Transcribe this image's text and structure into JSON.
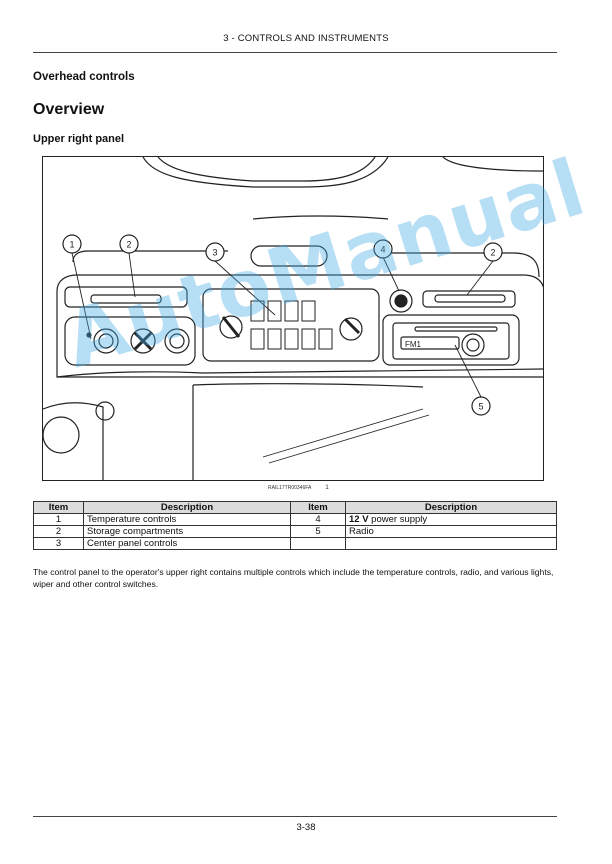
{
  "header": {
    "title": "3 - CONTROLS AND INSTRUMENTS"
  },
  "section_title": "Overhead controls",
  "heading": "Overview",
  "subheading": "Upper right panel",
  "figure": {
    "callouts": [
      "1",
      "2",
      "3",
      "4",
      "2",
      "5"
    ],
    "reference_code": "RAIL17TR00346FA",
    "reference_number": "1",
    "radio_display": "FM1",
    "colors": {
      "line": "#222222",
      "callout_fill": "#ffffff"
    }
  },
  "legend": {
    "headers": [
      "Item",
      "Description",
      "Item",
      "Description"
    ],
    "rows": [
      {
        "item_a": "1",
        "desc_a": "Temperature controls",
        "item_b": "4",
        "desc_b_bold": "12 V",
        "desc_b_rest": " power supply"
      },
      {
        "item_a": "2",
        "desc_a": "Storage compartments",
        "item_b": "5",
        "desc_b_bold": "",
        "desc_b_rest": "Radio"
      },
      {
        "item_a": "3",
        "desc_a": "Center panel controls",
        "item_b": "",
        "desc_b_bold": "",
        "desc_b_rest": ""
      }
    ]
  },
  "body_text": "The control panel to the operator's upper right contains multiple controls which include the temperature controls, radio, and various lights, wiper and other control switches.",
  "footer": {
    "page_number": "3-38"
  },
  "watermark": {
    "text": "AutoManual",
    "color": "#40aae6"
  }
}
